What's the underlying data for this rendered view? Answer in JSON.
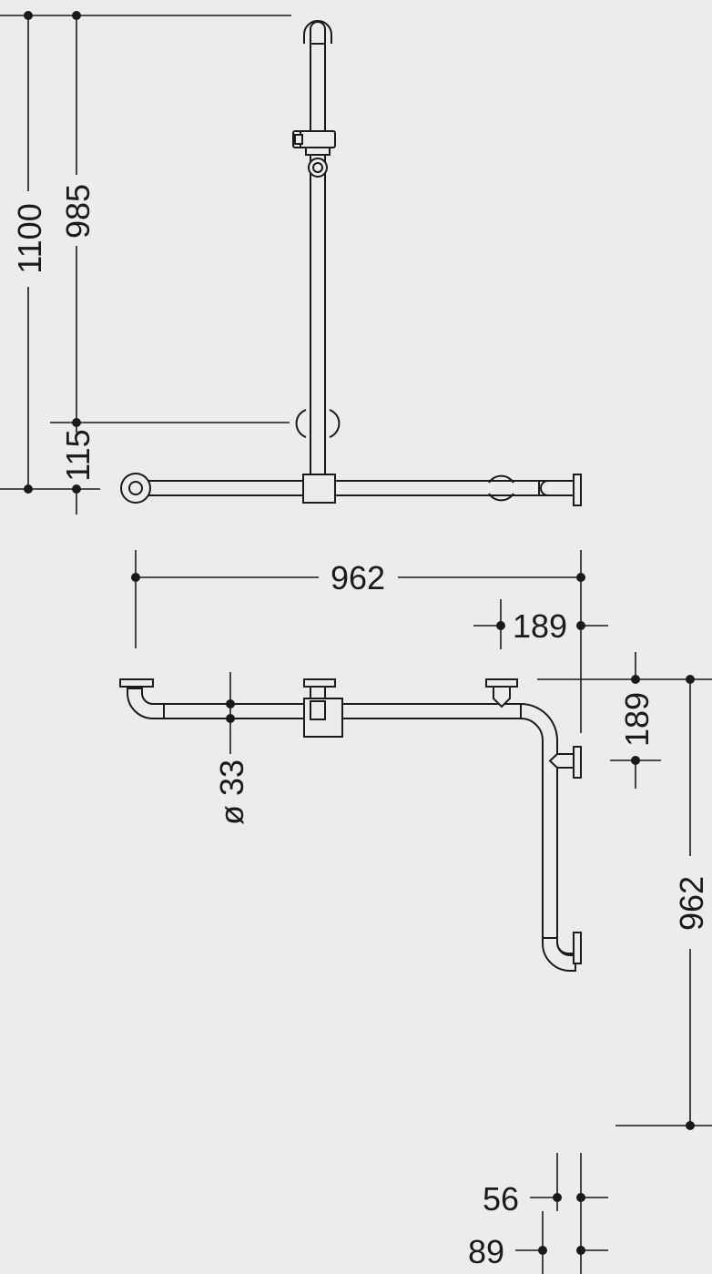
{
  "dimensions": {
    "height_total": "1100",
    "height_upper": "985",
    "height_lower": "115",
    "width_front": "962",
    "offset_top": "189",
    "offset_side": "189",
    "depth_side": "962",
    "tube_diameter": "ø 33",
    "wall_distance_small": "56",
    "wall_distance_large": "89"
  },
  "colors": {
    "background": "#ececea",
    "line": "#1a1a1a"
  }
}
